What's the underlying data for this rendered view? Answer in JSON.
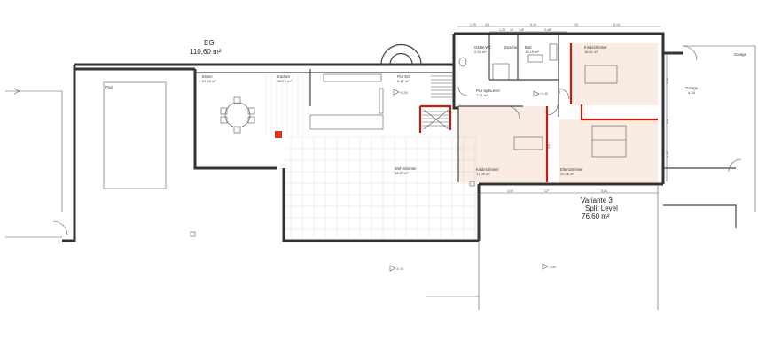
{
  "floor": {
    "name": "EG",
    "area": "110,60 m²"
  },
  "variant": {
    "line1": "Variante 3",
    "line2": "Split Level",
    "area": "76,60 m²"
  },
  "rooms": [
    {
      "id": "pool",
      "name": "Pool",
      "area": ""
    },
    {
      "id": "essen",
      "name": "Essen",
      "area": "21,89 m²"
    },
    {
      "id": "kuechen",
      "name": "Küchen",
      "area": "15,79 m²"
    },
    {
      "id": "flur-eg",
      "name": "Flur EG",
      "area": "6,17 m²"
    },
    {
      "id": "wohnzimmer",
      "name": "Wohnzimmer",
      "area": "56,37 m²"
    },
    {
      "id": "gaeste-wc",
      "name": "Gäste WC",
      "area": "2,44 m²"
    },
    {
      "id": "dusche",
      "name": "Dusche",
      "area": ""
    },
    {
      "id": "bad",
      "name": "Bad",
      "area": "10,19 m²"
    },
    {
      "id": "kinderzimmer-1",
      "name": "Kinderzimmer",
      "area": "18,01 m²"
    },
    {
      "id": "flur-splitlevel",
      "name": "Flur SplitLevel",
      "area": "7,21 m²"
    },
    {
      "id": "kinderzimmer-2",
      "name": "Kinderzimmer",
      "area": "17,35 m²"
    },
    {
      "id": "elternzimmer",
      "name": "Elternzimmer",
      "area": "20,36 m²"
    },
    {
      "id": "garage-1",
      "name": "Garage",
      "area": ""
    },
    {
      "id": "garage-2",
      "name": "Garage",
      "area": "4,18"
    }
  ],
  "dimensions": {
    "top": [
      "1,76",
      "111",
      "1,25",
      "10",
      "1,8¹",
      "6,19",
      "10",
      "6,14"
    ],
    "top2": "3,48⁵",
    "bottom": [
      "4,09",
      "12¹",
      "5,84"
    ],
    "side": [
      "4,10",
      "4,8",
      "4,15",
      "10",
      "3,6"
    ],
    "level_1": "±0,00",
    "level_2": "+1,10",
    "level_3": "-0,15",
    "level_4": "-1,80"
  }
}
